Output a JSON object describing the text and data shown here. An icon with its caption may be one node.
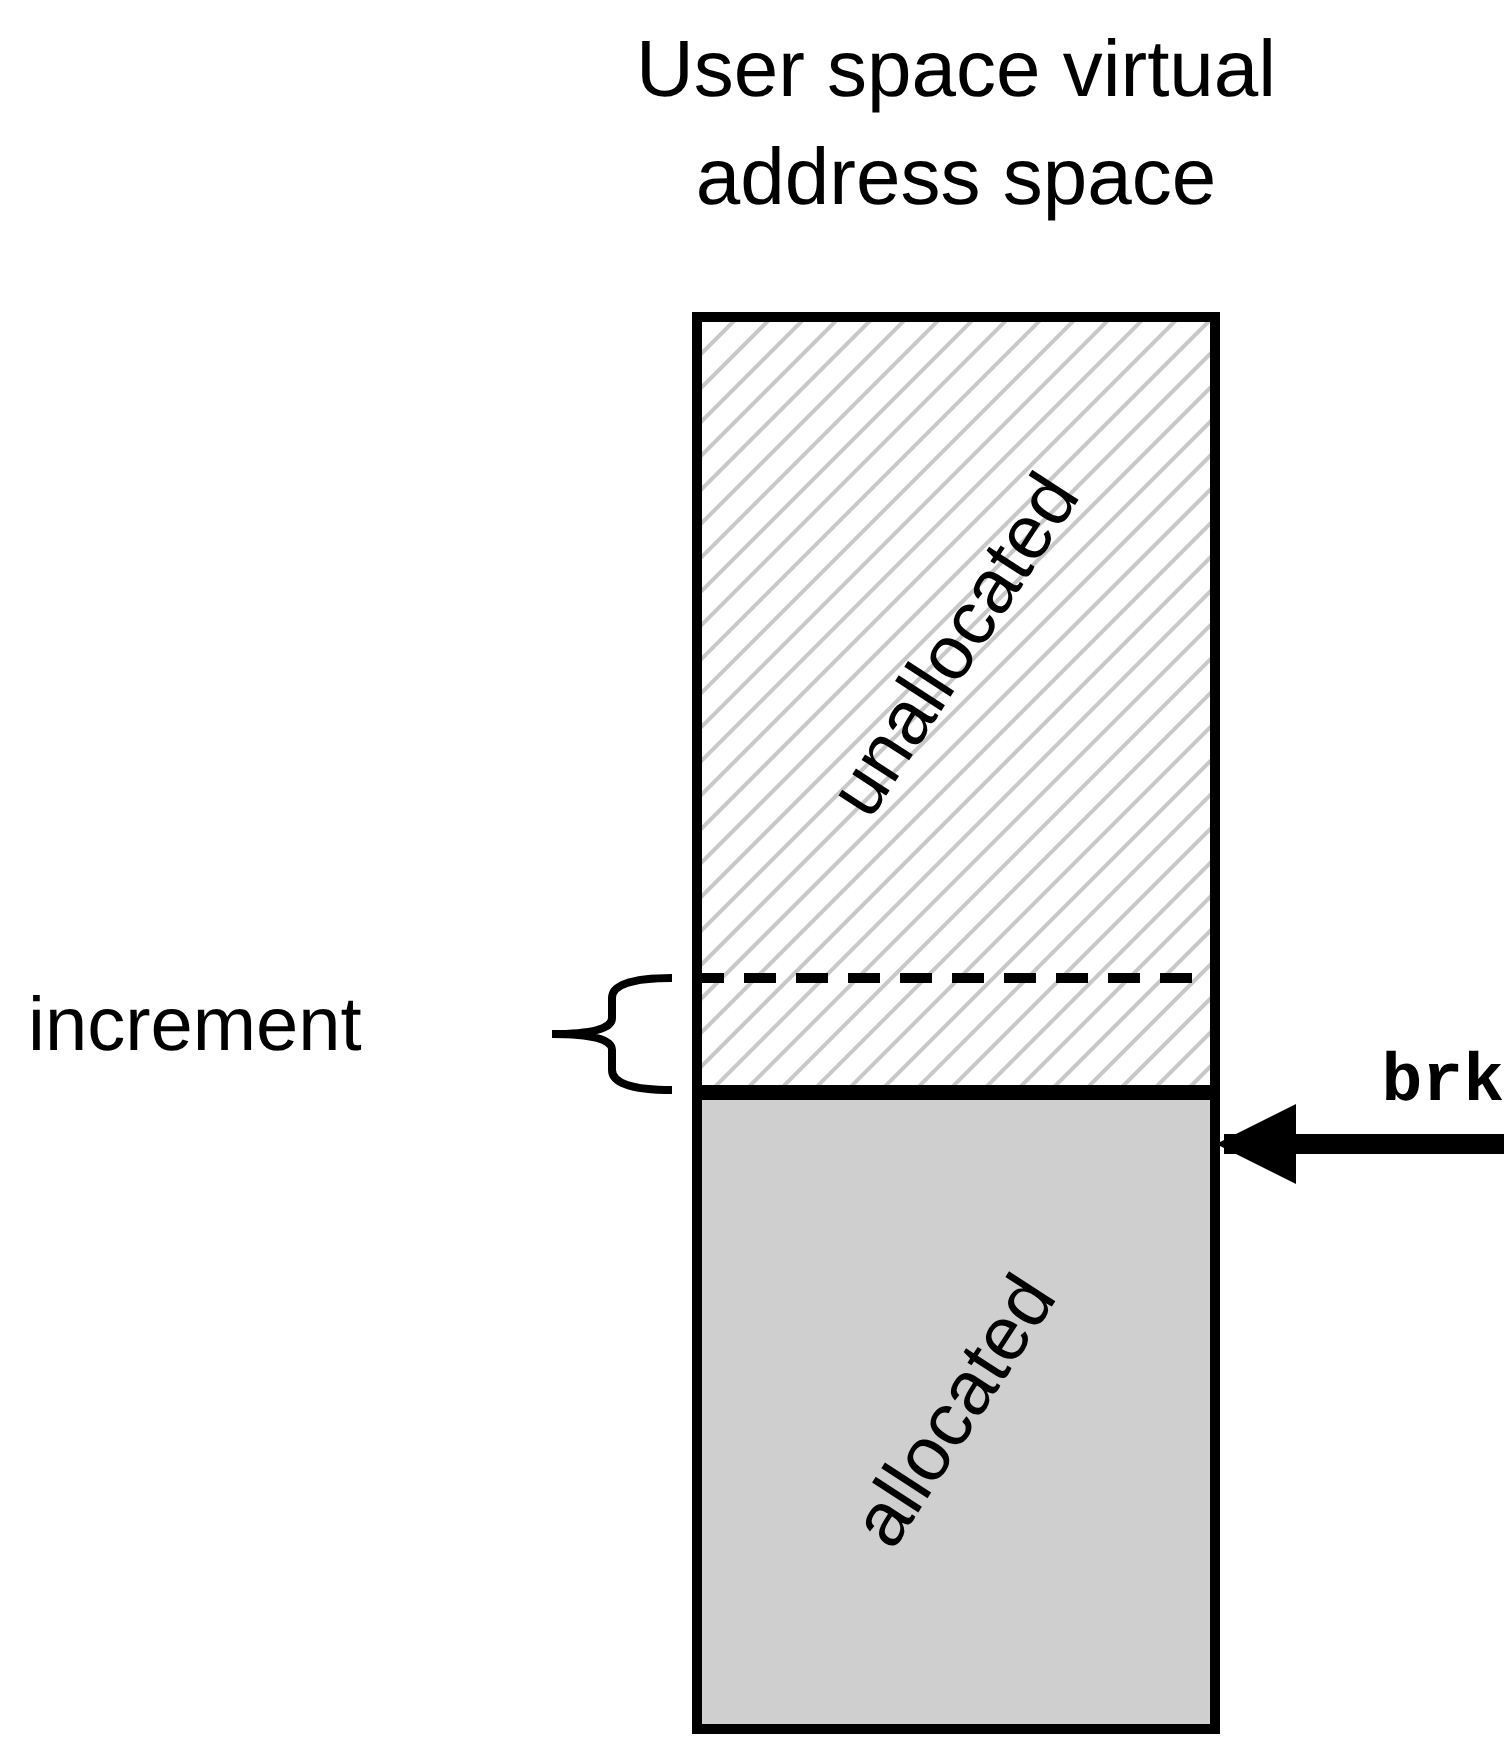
{
  "diagram": {
    "title": "User space virtual address space",
    "nodes": [
      {
        "text": [
          "unallocated"
        ]
      },
      {
        "text": [],
        "shape": "box"
      },
      {
        "text": [
          "allocated"
        ]
      },
      {
        "text": [
          "brk"
        ]
      }
    ],
    "edges": [
      {
        "from": 3,
        "to": 2,
        "arrow": "to"
      }
    ],
    "labels": [
      "increment"
    ]
  }
}
